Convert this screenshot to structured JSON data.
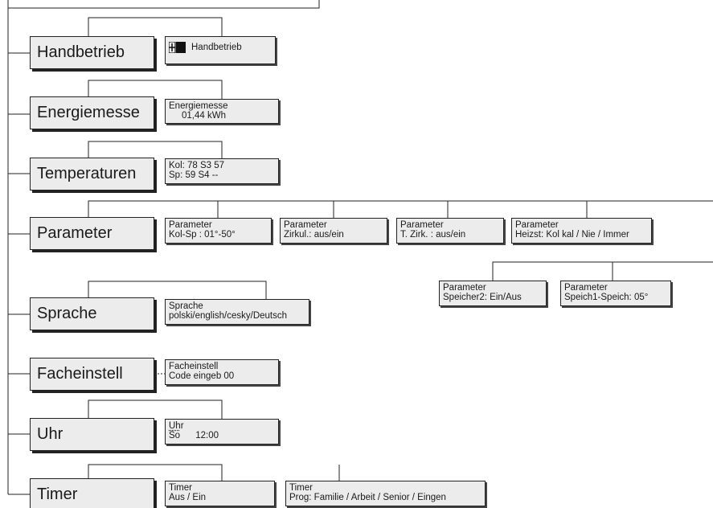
{
  "menus": {
    "handbetrieb": "Handbetrieb",
    "energiemesse": "Energiemesse",
    "temperaturen": "Temperaturen",
    "parameter": "Parameter",
    "sprache": "Sprache",
    "facheinstell": "Facheinstell",
    "uhr": "Uhr",
    "timer": "Timer"
  },
  "displays": {
    "handbetrieb": {
      "text": "Handbetrieb",
      "icon": "manual-mode-icon"
    },
    "energiemesse": {
      "line1": "Energiemesse",
      "line2": "01,44 kWh"
    },
    "temperaturen": {
      "kol": "Kol:  78",
      "s3": "S3 57",
      "sp": "Sp: 59",
      "s4": "S4  --"
    },
    "parameter_kol_sp": {
      "line1": "Parameter",
      "line2": "Kol-Sp : 01°-50°"
    },
    "parameter_zirkul": {
      "line1": "Parameter",
      "line2": "Zirkul.: aus/ein"
    },
    "parameter_t_zirk": {
      "line1": "Parameter",
      "line2": "T. Zirk. : aus/ein"
    },
    "parameter_heizst": {
      "line1": "Parameter",
      "line2": "Heizst: Kol kal / Nie / Immer"
    },
    "parameter_speicher2": {
      "line1": "Parameter",
      "line2": "Speicher2: Ein/Aus"
    },
    "parameter_speich1": {
      "line1": "Parameter",
      "line2": "Speich1-Speich: 05°"
    },
    "sprache": {
      "line1": "Sprache",
      "line2": "polski/english/cesky/Deutsch"
    },
    "facheinstell": {
      "line1": "Facheinstell",
      "line2": "Code eingeb 00"
    },
    "uhr": {
      "line1": "Uhr",
      "day": "So",
      "time": "12:00"
    },
    "timer_aus_ein": {
      "line1": "Timer",
      "line2": "Aus / Ein"
    },
    "timer_prog": {
      "line1": "Timer",
      "line2": "Prog: Familie / Arbeit / Senior / Eingen"
    }
  }
}
